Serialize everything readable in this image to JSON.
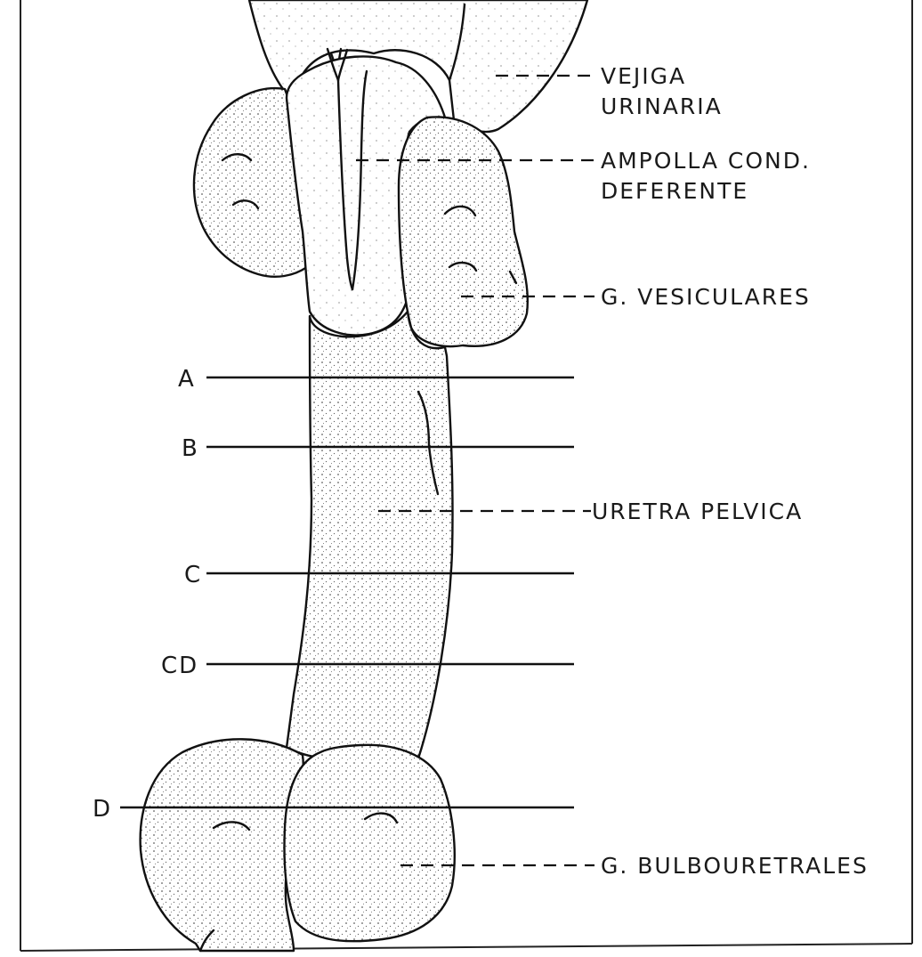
{
  "labels": {
    "vejiga_1": "VEJIGA",
    "vejiga_2": "URINARIA",
    "ampolla_1": "AMPOLLA COND.",
    "ampolla_2": "DEFERENTE",
    "vesiculares": "G. VESICULARES",
    "uretra": "URETRA PELVICA",
    "bulbouretrales": "G. BULBOURETRALES"
  },
  "cut_levels": {
    "a": "A",
    "b": "B",
    "c": "C",
    "cd": "CD",
    "d": "D"
  }
}
